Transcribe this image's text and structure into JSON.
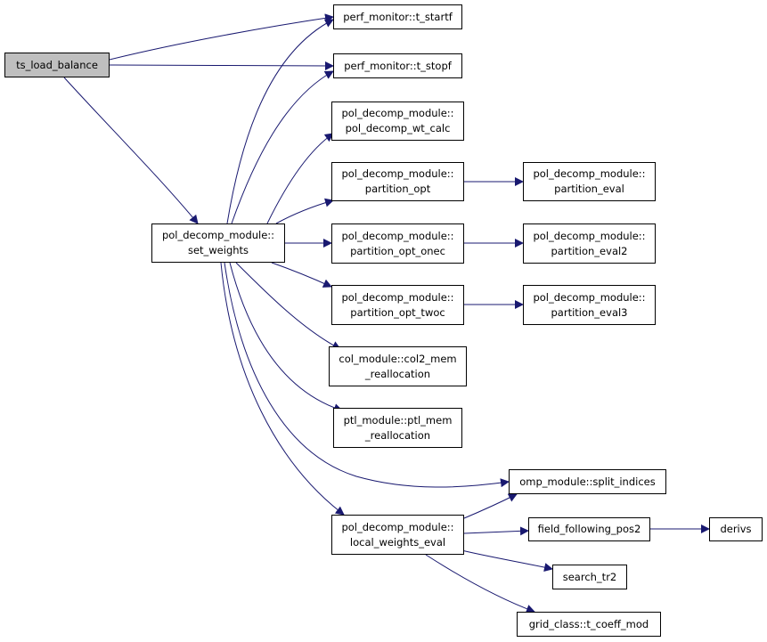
{
  "colors": {
    "edge": "#191970",
    "root_fill": "#bfbfbf",
    "node_fill": "#ffffff",
    "border": "#000000"
  },
  "nodes": {
    "ts_load_balance": {
      "lines": [
        "ts_load_balance"
      ]
    },
    "set_weights": {
      "lines": [
        "pol_decomp_module::",
        "set_weights"
      ]
    },
    "t_startf": {
      "lines": [
        "perf_monitor::t_startf"
      ]
    },
    "t_stopf": {
      "lines": [
        "perf_monitor::t_stopf"
      ]
    },
    "pol_decomp_wt_calc": {
      "lines": [
        "pol_decomp_module::",
        "pol_decomp_wt_calc"
      ]
    },
    "partition_opt": {
      "lines": [
        "pol_decomp_module::",
        "partition_opt"
      ]
    },
    "partition_opt_onec": {
      "lines": [
        "pol_decomp_module::",
        "partition_opt_onec"
      ]
    },
    "partition_opt_twoc": {
      "lines": [
        "pol_decomp_module::",
        "partition_opt_twoc"
      ]
    },
    "col2_mem_reallocation": {
      "lines": [
        "col_module::col2_mem",
        "_reallocation"
      ]
    },
    "ptl_mem_reallocation": {
      "lines": [
        "ptl_module::ptl_mem",
        "_reallocation"
      ]
    },
    "local_weights_eval": {
      "lines": [
        "pol_decomp_module::",
        "local_weights_eval"
      ]
    },
    "partition_eval": {
      "lines": [
        "pol_decomp_module::",
        "partition_eval"
      ]
    },
    "partition_eval2": {
      "lines": [
        "pol_decomp_module::",
        "partition_eval2"
      ]
    },
    "partition_eval3": {
      "lines": [
        "pol_decomp_module::",
        "partition_eval3"
      ]
    },
    "split_indices": {
      "lines": [
        "omp_module::split_indices"
      ]
    },
    "field_following_pos2": {
      "lines": [
        "field_following_pos2"
      ]
    },
    "search_tr2": {
      "lines": [
        "search_tr2"
      ]
    },
    "t_coeff_mod": {
      "lines": [
        "grid_class::t_coeff_mod"
      ]
    },
    "derivs": {
      "lines": [
        "derivs"
      ]
    }
  },
  "edges": [
    [
      "ts_load_balance",
      "t_startf"
    ],
    [
      "ts_load_balance",
      "t_stopf"
    ],
    [
      "ts_load_balance",
      "set_weights"
    ],
    [
      "set_weights",
      "t_startf"
    ],
    [
      "set_weights",
      "t_stopf"
    ],
    [
      "set_weights",
      "pol_decomp_wt_calc"
    ],
    [
      "set_weights",
      "partition_opt"
    ],
    [
      "set_weights",
      "partition_opt_onec"
    ],
    [
      "set_weights",
      "partition_opt_twoc"
    ],
    [
      "set_weights",
      "col2_mem_reallocation"
    ],
    [
      "set_weights",
      "ptl_mem_reallocation"
    ],
    [
      "set_weights",
      "split_indices"
    ],
    [
      "set_weights",
      "local_weights_eval"
    ],
    [
      "partition_opt",
      "partition_eval"
    ],
    [
      "partition_opt_onec",
      "partition_eval2"
    ],
    [
      "partition_opt_twoc",
      "partition_eval3"
    ],
    [
      "local_weights_eval",
      "split_indices"
    ],
    [
      "local_weights_eval",
      "field_following_pos2"
    ],
    [
      "local_weights_eval",
      "search_tr2"
    ],
    [
      "local_weights_eval",
      "t_coeff_mod"
    ],
    [
      "field_following_pos2",
      "derivs"
    ]
  ]
}
